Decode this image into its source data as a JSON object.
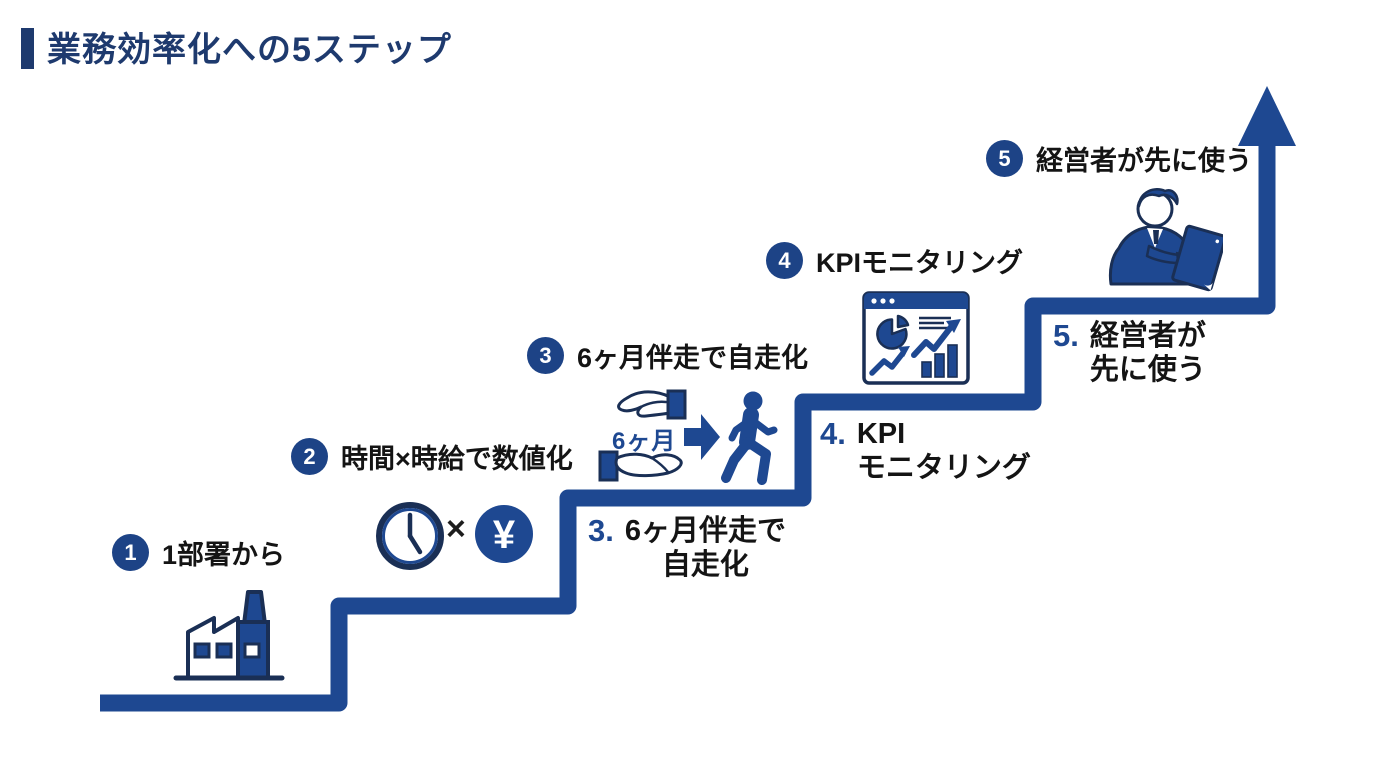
{
  "title": {
    "text": "業務効率化への5ステップ"
  },
  "steps": [
    {
      "number": "1",
      "label": "1部署から",
      "icon": "factory-icon"
    },
    {
      "number": "2",
      "label": "時間×時給で数値化",
      "icon": "clock-yen-icon"
    },
    {
      "number": "3",
      "label": "6ヶ月伴走で自走化",
      "icon": "hands-walking-icon",
      "stair_number": "3.",
      "stair_lines": [
        "6ヶ月伴走で",
        "自走化"
      ]
    },
    {
      "number": "4",
      "label": "KPIモニタリング",
      "icon": "kpi-dashboard-icon",
      "stair_number": "4.",
      "stair_lines": [
        "KPI",
        "モニタリング"
      ]
    },
    {
      "number": "5",
      "label": "経営者が先に使う",
      "icon": "executive-tablet-icon",
      "stair_number": "5.",
      "stair_lines": [
        "経営者が",
        "先に使う"
      ]
    }
  ],
  "icon_texts": {
    "months_badge": "6ヶ月",
    "yen_symbol": "¥",
    "multiply_sign": "×"
  },
  "colors": {
    "navy": "#1e3a6e",
    "stair_blue": "#1e4891",
    "badge_blue": "#1d4386",
    "text_black": "#141414",
    "background": "#ffffff"
  }
}
